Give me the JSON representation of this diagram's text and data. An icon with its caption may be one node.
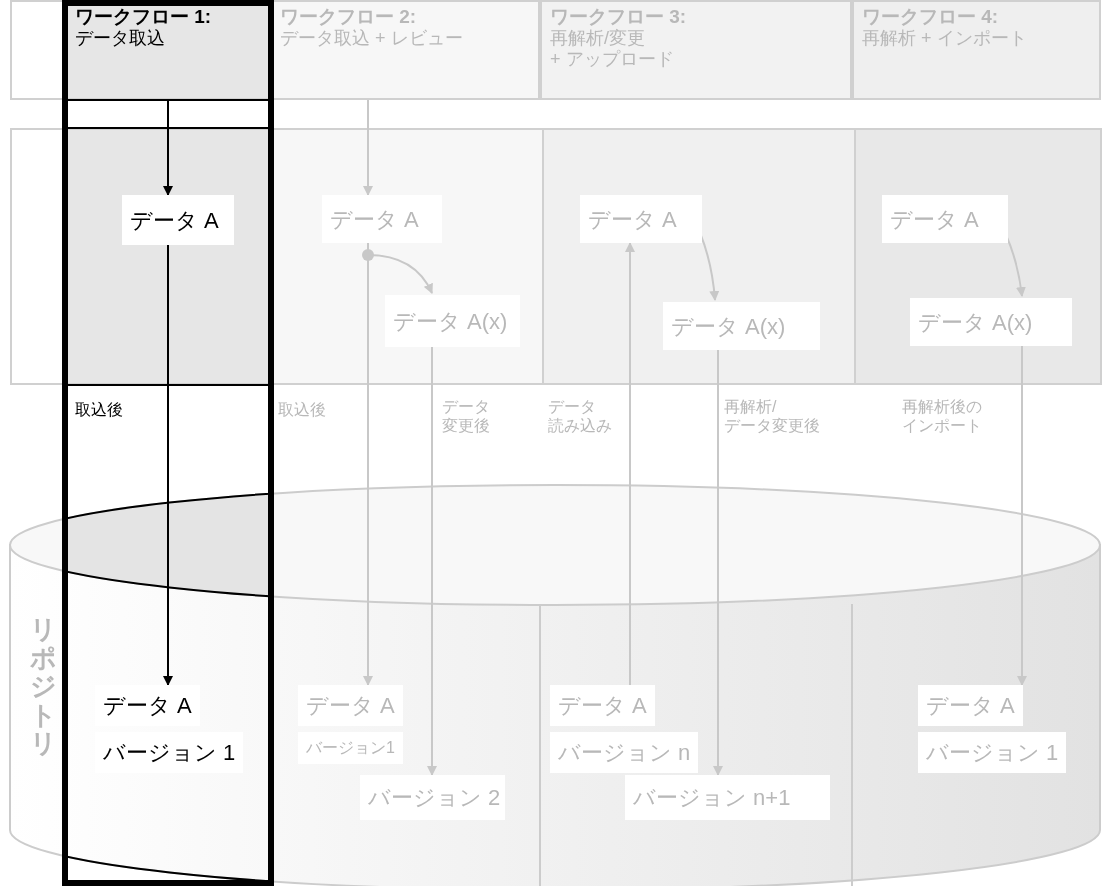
{
  "diagram": {
    "nodes": [
      {
        "text": [
          "ワークフロー 1:",
          "データ取込"
        ]
      },
      {
        "text": [
          "ワークフロー 2:",
          "データ取込 + レビュー"
        ]
      },
      {
        "text": [
          "ワークフロー 3:",
          "再解析/変更 + アップロード"
        ]
      },
      {
        "text": [
          "ワークフロー 4:",
          "再解析 + インポート"
        ]
      },
      {
        "text": [
          "データ A"
        ]
      },
      {
        "text": [
          "データ A"
        ]
      },
      {
        "text": [
          "データ A(x)"
        ]
      },
      {
        "text": [
          "データ A"
        ]
      },
      {
        "text": [
          "データ A(x)"
        ]
      },
      {
        "text": [
          "データ A"
        ]
      },
      {
        "text": [
          "データ A(x)"
        ]
      },
      {
        "text": [
          "リポジトリ"
        ]
      },
      {
        "text": [
          "データ A",
          "バージョン 1"
        ],
        "in": 11
      },
      {
        "text": [
          "データ A",
          "バージョン1"
        ],
        "in": 11
      },
      {
        "text": [
          "バージョン 2"
        ],
        "in": 11
      },
      {
        "text": [
          "データ A",
          "バージョン n"
        ],
        "in": 11
      },
      {
        "text": [
          "バージョン n+1"
        ],
        "in": 11
      },
      {
        "text": [
          "データ A",
          "バージョン 1"
        ],
        "in": 11
      }
    ],
    "edges": [
      {
        "from": 0,
        "to": 4,
        "arrow": "to",
        "color": "#000000"
      },
      {
        "from": 4,
        "to": 12,
        "arrow": "to",
        "color": "#000000"
      },
      {
        "from": 1,
        "to": 5,
        "arrow": "to"
      },
      {
        "from": 5,
        "to": 13,
        "arrow": "to"
      },
      {
        "from": 5,
        "to": 6,
        "arrow": "to"
      },
      {
        "from": 6,
        "to": 14,
        "arrow": "to"
      },
      {
        "from": 15,
        "to": 7,
        "arrow": "to"
      },
      {
        "from": 7,
        "to": 8,
        "arrow": "to"
      },
      {
        "from": 8,
        "to": 16,
        "arrow": "to"
      },
      {
        "from": 9,
        "to": 10,
        "arrow": "to"
      },
      {
        "from": 10,
        "to": 17,
        "arrow": "to"
      }
    ],
    "labels": [
      "取込後",
      "取込後",
      "データ変更後",
      "データ読み込み",
      "再解析/データ変更後",
      "再解析後のインポート"
    ]
  }
}
